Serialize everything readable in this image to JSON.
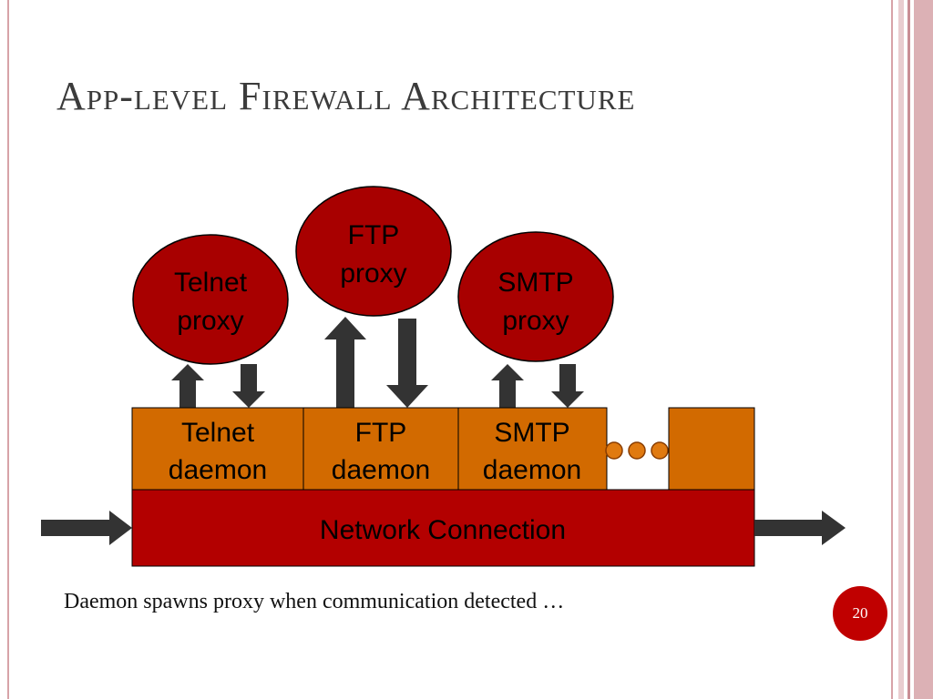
{
  "slide": {
    "title": "App-level Firewall Architecture",
    "caption": "Daemon spawns proxy when communication detected …",
    "page_number": "20"
  },
  "diagram": {
    "proxies": [
      {
        "id": "telnet",
        "line1": "Telnet",
        "line2": "proxy"
      },
      {
        "id": "ftp",
        "line1": "FTP",
        "line2": "proxy"
      },
      {
        "id": "smtp",
        "line1": "SMTP",
        "line2": "proxy"
      }
    ],
    "daemons": [
      {
        "id": "telnet",
        "line1": "Telnet",
        "line2": "daemon"
      },
      {
        "id": "ftp",
        "line1": "FTP",
        "line2": "daemon"
      },
      {
        "id": "smtp",
        "line1": "SMTP",
        "line2": "daemon"
      }
    ],
    "network_label": "Network Connection",
    "colors": {
      "proxy_fill": "#a80000",
      "daemon_fill": "#d26a00",
      "network_fill": "#b30000",
      "arrow_fill": "#333333",
      "dot_fill": "#e07a10",
      "accent": "#c00000",
      "frame_pink": "#d7a3a8"
    }
  }
}
